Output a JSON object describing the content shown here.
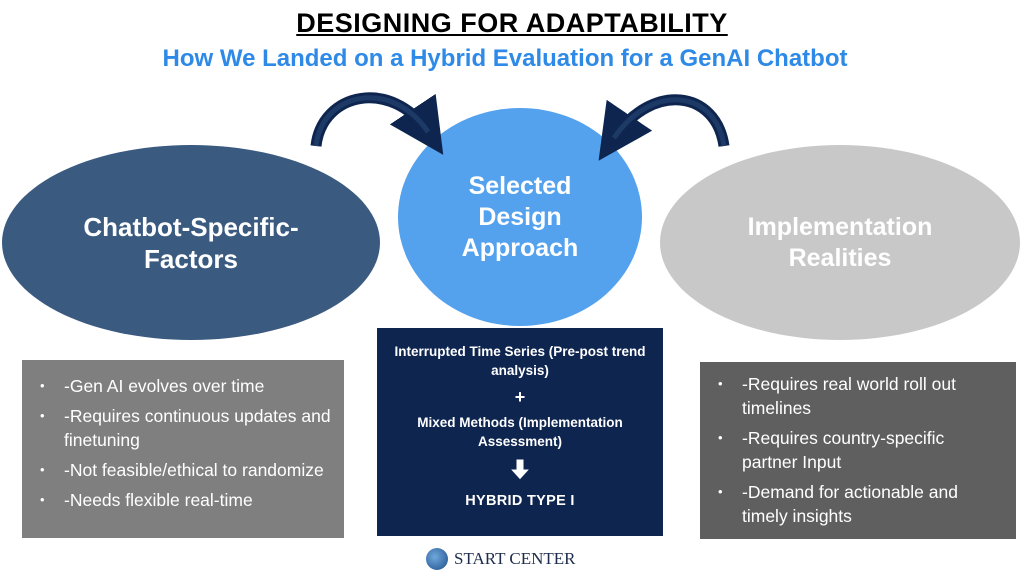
{
  "header": {
    "title": "DESIGNING FOR ADAPTABILITY",
    "subtitle": "How We Landed on a Hybrid Evaluation for a GenAI Chatbot"
  },
  "ovals": {
    "left": "Chatbot-Specific-Factors",
    "center": "Selected Design Approach",
    "right": "Implementation Realities"
  },
  "left_panel": {
    "bullets": [
      "-Gen AI evolves over time",
      "-Requires continuous updates and finetuning",
      "-Not feasible/ethical  to randomize",
      "-Needs flexible real-time"
    ]
  },
  "center_panel": {
    "line1": "Interrupted Time Series (Pre-post trend analysis)",
    "plus": "+",
    "line2": "Mixed Methods (Implementation Assessment)",
    "result": "HYBRID TYPE I"
  },
  "right_panel": {
    "bullets": [
      "-Requires real world roll out timelines",
      "-Requires country-specific partner Input",
      "-Demand for actionable and timely insights"
    ]
  },
  "footer": {
    "logo_text": "START CENTER"
  },
  "colors": {
    "subtitle": "#2e8ae6",
    "left_oval": "#3a5a80",
    "center_oval": "#54a2ee",
    "right_oval": "#c8c8c8",
    "center_panel": "#0e2550",
    "arrows": "#0e2550"
  }
}
